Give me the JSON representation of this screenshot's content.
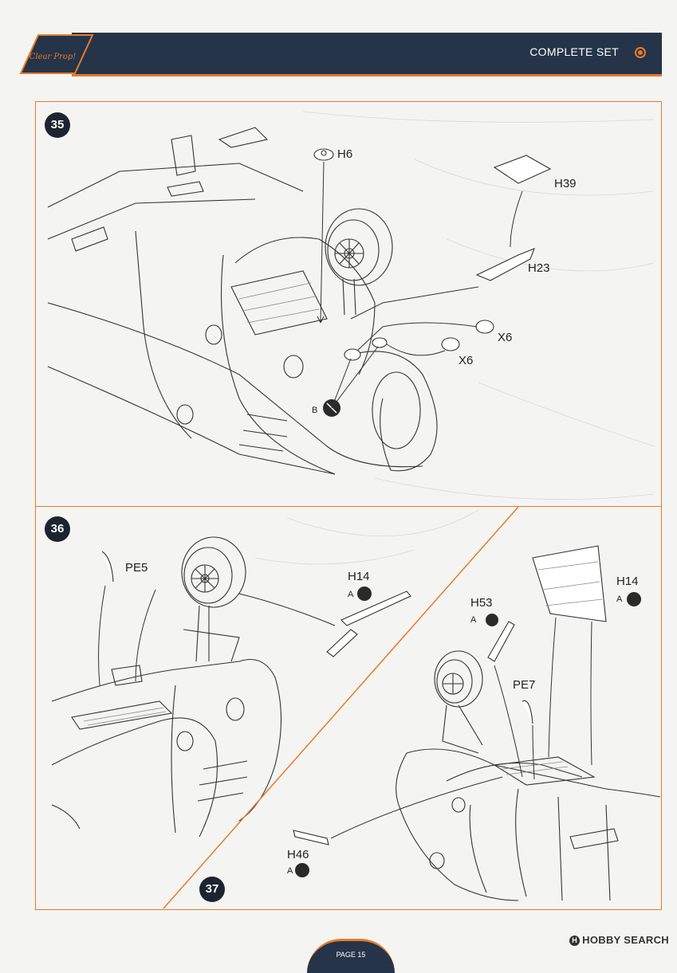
{
  "header": {
    "title": "COMPLETE SET",
    "logo_text": "Clear Prop!"
  },
  "steps": [
    {
      "number": "35",
      "labels": {
        "h6": "H6",
        "h39": "H39",
        "h23": "H23",
        "x6a": "X6",
        "x6b": "X6",
        "b": "B"
      }
    },
    {
      "number": "36",
      "labels": {
        "pe5": "PE5",
        "h14": "H14",
        "h14_sub": "A"
      }
    },
    {
      "number": "37",
      "labels": {
        "h14": "H14",
        "h14_sub": "A",
        "h53": "H53",
        "h53_sub": "A",
        "pe7": "PE7",
        "h46": "H46",
        "h46_sub": "A"
      }
    }
  ],
  "footer": {
    "page": "PAGE 15",
    "watermark": "HOBBY SEARCH",
    "watermark_icon": "H"
  },
  "colors": {
    "accent": "#e87a2a",
    "header_bg": "#253448",
    "badge_bg": "#1d2430"
  }
}
